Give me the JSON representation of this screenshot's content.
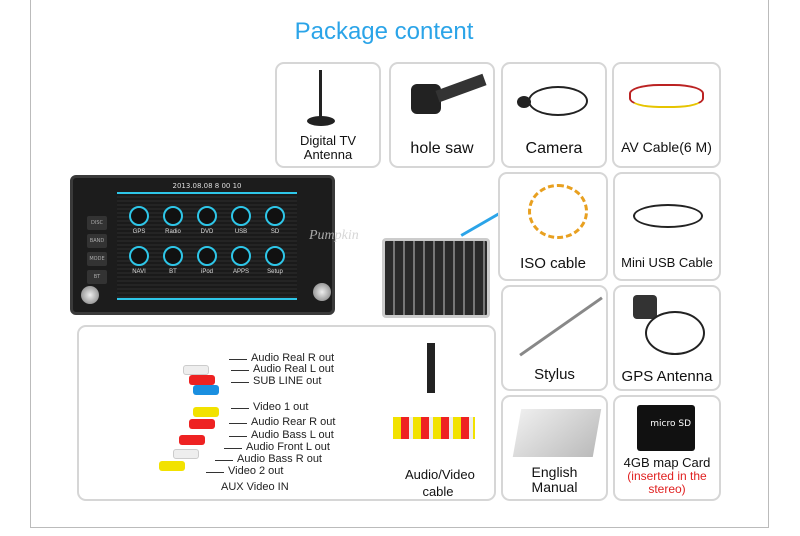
{
  "title": "Package content",
  "items": {
    "tv_antenna": "Digital TV Antenna",
    "hole_saw": "hole saw",
    "camera": "Camera",
    "av_cable": "AV Cable(6 M)",
    "iso_cable": "ISO cable",
    "mini_usb": "Mini USB Cable",
    "stylus": "Stylus",
    "gps": "GPS Antenna",
    "manual": "English Manual",
    "map_card": "4GB map Card",
    "map_card_note": "(inserted in the stereo)",
    "av_main": "Audio/Video cable"
  },
  "stereo": {
    "datetime": "2013.08.08  8 00 10",
    "watermark": "Pumpkin",
    "apps": [
      "GPS",
      "Radio",
      "DVD",
      "USB",
      "SD",
      "NAVI",
      "BT",
      "iPod",
      "APPS",
      "Setup"
    ]
  },
  "wire_labels": [
    "Audio Real R out",
    "Audio Real L out",
    "SUB LINE out",
    "Video 1 out",
    "Audio Rear R out",
    "Audio Bass L  out",
    "Audio Front L   out",
    "Audio Bass R  out",
    "Video 2  out",
    "AUX Video IN"
  ],
  "colors": {
    "title": "#2ba4e8",
    "note": "#e02020"
  }
}
